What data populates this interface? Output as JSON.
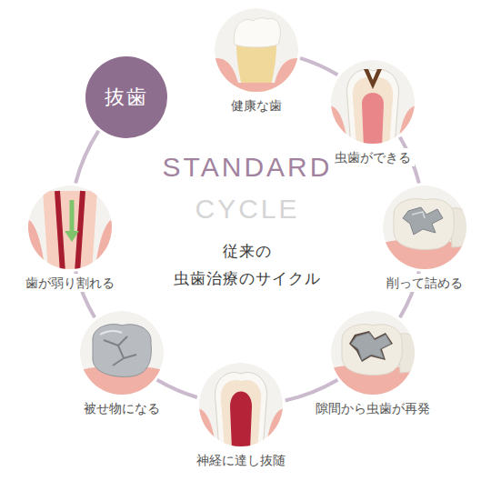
{
  "diagram": {
    "title": "従来の 虫歯治療のサイクル",
    "nodes": [
      {
        "text": [
          "健康な歯"
        ]
      },
      {
        "text": [
          "虫歯ができる"
        ]
      },
      {
        "text": [
          "削って詰める"
        ]
      },
      {
        "text": [
          "隙間から虫歯が再発"
        ]
      },
      {
        "text": [
          "神経に達し抜随"
        ]
      },
      {
        "text": [
          "被せ物になる"
        ]
      },
      {
        "text": [
          "歯が弱り割れる"
        ]
      },
      {
        "text": [
          "抜歯"
        ]
      }
    ],
    "edges": [
      {
        "from": 0,
        "to": 1,
        "arrow": "none"
      },
      {
        "from": 1,
        "to": 2,
        "arrow": "none"
      },
      {
        "from": 2,
        "to": 3,
        "arrow": "none"
      },
      {
        "from": 3,
        "to": 4,
        "arrow": "none"
      },
      {
        "from": 4,
        "to": 5,
        "arrow": "none"
      },
      {
        "from": 5,
        "to": 6,
        "arrow": "none"
      },
      {
        "from": 6,
        "to": 7,
        "arrow": "none"
      }
    ],
    "labels": [
      "STANDARD",
      "CYCLE"
    ]
  }
}
